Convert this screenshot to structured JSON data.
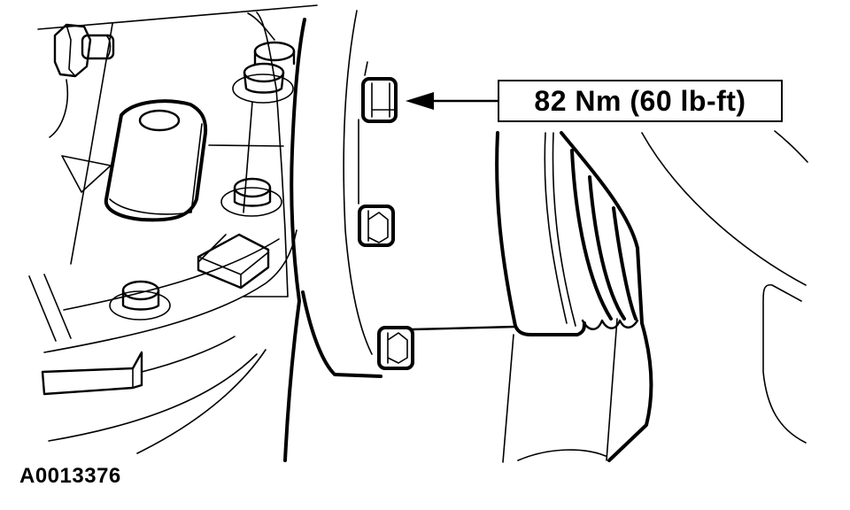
{
  "diagram": {
    "callout": {
      "label": "82 Nm (60 lb-ft)",
      "target": "upper flange bolt"
    },
    "figure_id": "A0013376",
    "colors": {
      "line": "#000000",
      "background": "#ffffff"
    }
  }
}
